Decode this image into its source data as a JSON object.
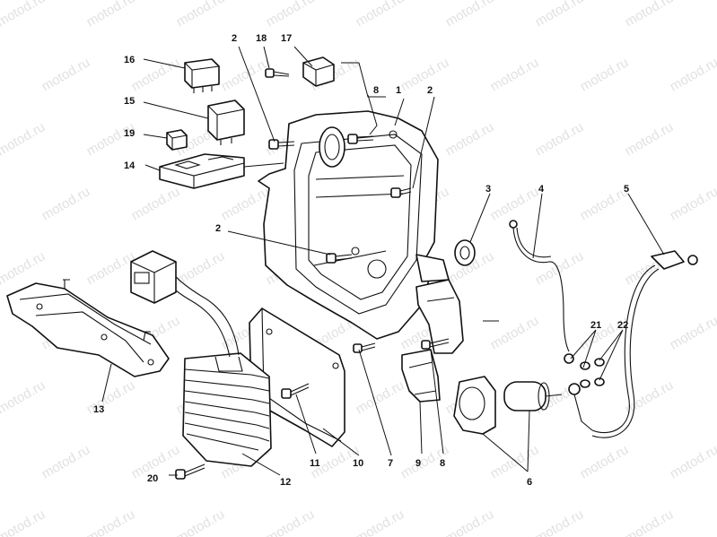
{
  "watermark": "motod.ru",
  "callouts": [
    {
      "id": "c1",
      "label": "1"
    },
    {
      "id": "c2a",
      "label": "2"
    },
    {
      "id": "c2b",
      "label": "2"
    },
    {
      "id": "c2c",
      "label": "2"
    },
    {
      "id": "c3",
      "label": "3"
    },
    {
      "id": "c4",
      "label": "4"
    },
    {
      "id": "c5",
      "label": "5"
    },
    {
      "id": "c6",
      "label": "6"
    },
    {
      "id": "c7",
      "label": "7"
    },
    {
      "id": "c8a",
      "label": "8"
    },
    {
      "id": "c8b",
      "label": "8"
    },
    {
      "id": "c9",
      "label": "9"
    },
    {
      "id": "c10",
      "label": "10"
    },
    {
      "id": "c11",
      "label": "11"
    },
    {
      "id": "c12",
      "label": "12"
    },
    {
      "id": "c13",
      "label": "13"
    },
    {
      "id": "c14",
      "label": "14"
    },
    {
      "id": "c15",
      "label": "15"
    },
    {
      "id": "c16",
      "label": "16"
    },
    {
      "id": "c17",
      "label": "17"
    },
    {
      "id": "c18",
      "label": "18"
    },
    {
      "id": "c19",
      "label": "19"
    },
    {
      "id": "c20",
      "label": "20"
    },
    {
      "id": "c21",
      "label": "21"
    },
    {
      "id": "c22",
      "label": "22"
    }
  ]
}
